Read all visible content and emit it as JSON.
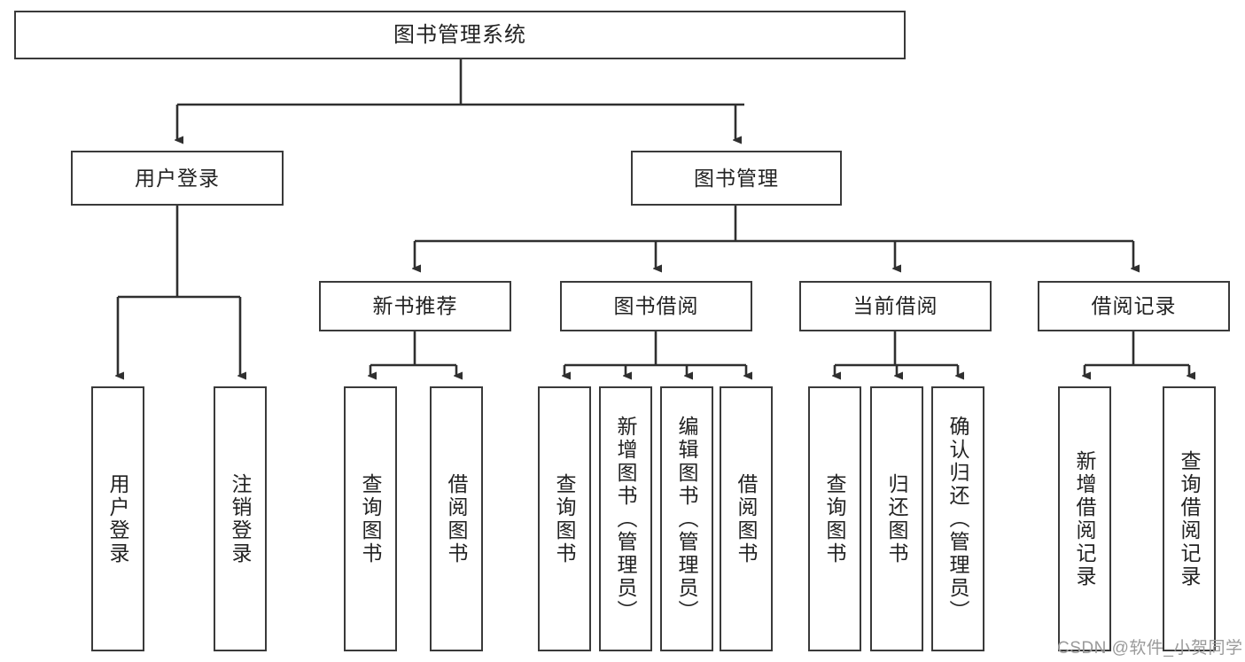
{
  "diagram": {
    "title": "图书管理系统",
    "type": "tree",
    "watermark": "CSDN @软件_小贺同学",
    "colors": {
      "stroke": "#3a3a3a",
      "text": "#222222",
      "background": "#ffffff",
      "watermark": "#9a9a9a"
    },
    "levels": {
      "root": {
        "label": "图书管理系统"
      },
      "level2": [
        {
          "label": "用户登录"
        },
        {
          "label": "图书管理"
        }
      ],
      "level3": [
        {
          "label": "新书推荐"
        },
        {
          "label": "图书借阅"
        },
        {
          "label": "当前借阅"
        },
        {
          "label": "借阅记录"
        }
      ]
    },
    "leaves": {
      "user_login": [
        {
          "label": "用户登录"
        },
        {
          "label": "注销登录"
        }
      ],
      "new_book_recommend": [
        {
          "label": "查询图书"
        },
        {
          "label": "借阅图书"
        }
      ],
      "book_borrow": [
        {
          "label": "查询图书"
        },
        {
          "label": "新增图书（管理员）"
        },
        {
          "label": "编辑图书（管理员）"
        },
        {
          "label": "借阅图书"
        }
      ],
      "current_borrow": [
        {
          "label": "查询图书"
        },
        {
          "label": "归还图书"
        },
        {
          "label": "确认归还（管理员）"
        }
      ],
      "borrow_record": [
        {
          "label": "新增借阅记录"
        },
        {
          "label": "查询借阅记录"
        }
      ]
    }
  }
}
